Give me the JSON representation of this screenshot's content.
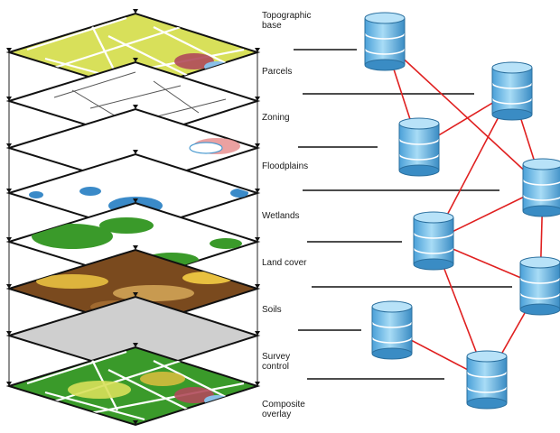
{
  "layers": [
    {
      "label": "Topographic\nbase",
      "style": "topo"
    },
    {
      "label": "Parcels",
      "style": "parcels"
    },
    {
      "label": "Zoning",
      "style": "zoning"
    },
    {
      "label": "Floodplains",
      "style": "floodplains"
    },
    {
      "label": "Wetlands",
      "style": "wetlands"
    },
    {
      "label": "Land cover",
      "style": "landcover"
    },
    {
      "label": "Soils",
      "style": "soils"
    },
    {
      "label": "Survey\ncontrol",
      "style": "survey"
    },
    {
      "label": "Composite\noverlay",
      "style": "composite"
    }
  ],
  "databases": [
    {
      "id": "db1"
    },
    {
      "id": "db2"
    },
    {
      "id": "db3"
    },
    {
      "id": "db4"
    },
    {
      "id": "db5"
    },
    {
      "id": "db6"
    },
    {
      "id": "db7"
    },
    {
      "id": "db8"
    }
  ],
  "connections": [
    [
      "db1",
      "db3"
    ],
    [
      "db1",
      "db4"
    ],
    [
      "db2",
      "db3"
    ],
    [
      "db2",
      "db5"
    ],
    [
      "db2",
      "db4"
    ],
    [
      "db4",
      "db5"
    ],
    [
      "db4",
      "db6"
    ],
    [
      "db5",
      "db6"
    ],
    [
      "db5",
      "db8"
    ],
    [
      "db7",
      "db8"
    ],
    [
      "db6",
      "db8"
    ]
  ],
  "colors": {
    "connector": "#e02020",
    "leader": "#111111",
    "db_body": "#7cc4ec",
    "db_top": "#b8e2f8",
    "db_stroke": "#2a6f9e",
    "frame": "#111111",
    "topo_fill": "#d8e05a",
    "wetland_blue": "#3a8ac8",
    "landcover_green": "#3a9a2a",
    "soil_brown": "#7a4a1e",
    "soil_yellow": "#e8c040",
    "survey_gray": "#cfcfcf",
    "flood_red": "#e89090"
  }
}
